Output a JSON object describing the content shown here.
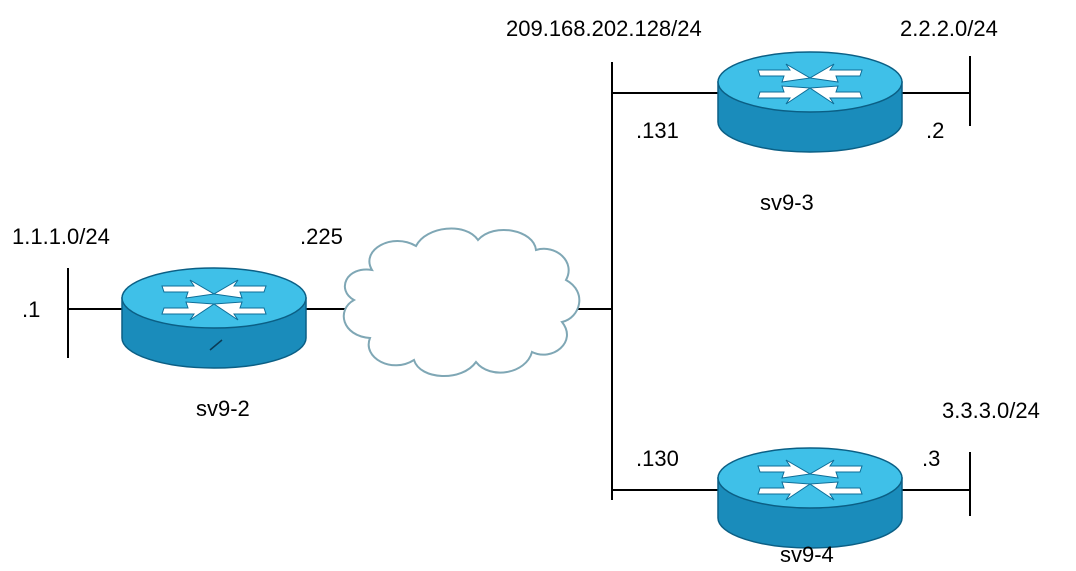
{
  "colors": {
    "router_top": "#3fc0e8",
    "router_body": "#1a8cbb",
    "router_body_dark": "#0e6d97",
    "cloud_stroke": "#7fa7b5",
    "line": "#000000"
  },
  "routers": {
    "sv9_2": {
      "name": "sv9-2",
      "icon": "router-icon"
    },
    "sv9_3": {
      "name": "sv9-3",
      "icon": "router-icon"
    },
    "sv9_4": {
      "name": "sv9-4",
      "icon": "router-icon"
    }
  },
  "cloud": {
    "icon": "cloud-icon"
  },
  "networks": {
    "lan1": "1.1.1.0/24",
    "wan": "209.168.202.128/24",
    "lan2": "2.2.2.0/24",
    "lan3": "3.3.3.0/24"
  },
  "interfaces": {
    "sv9_2_lan": ".1",
    "sv9_2_wan": ".225",
    "sv9_3_wan": ".131",
    "sv9_3_lan": ".2",
    "sv9_4_wan": ".130",
    "sv9_4_lan": ".3"
  }
}
